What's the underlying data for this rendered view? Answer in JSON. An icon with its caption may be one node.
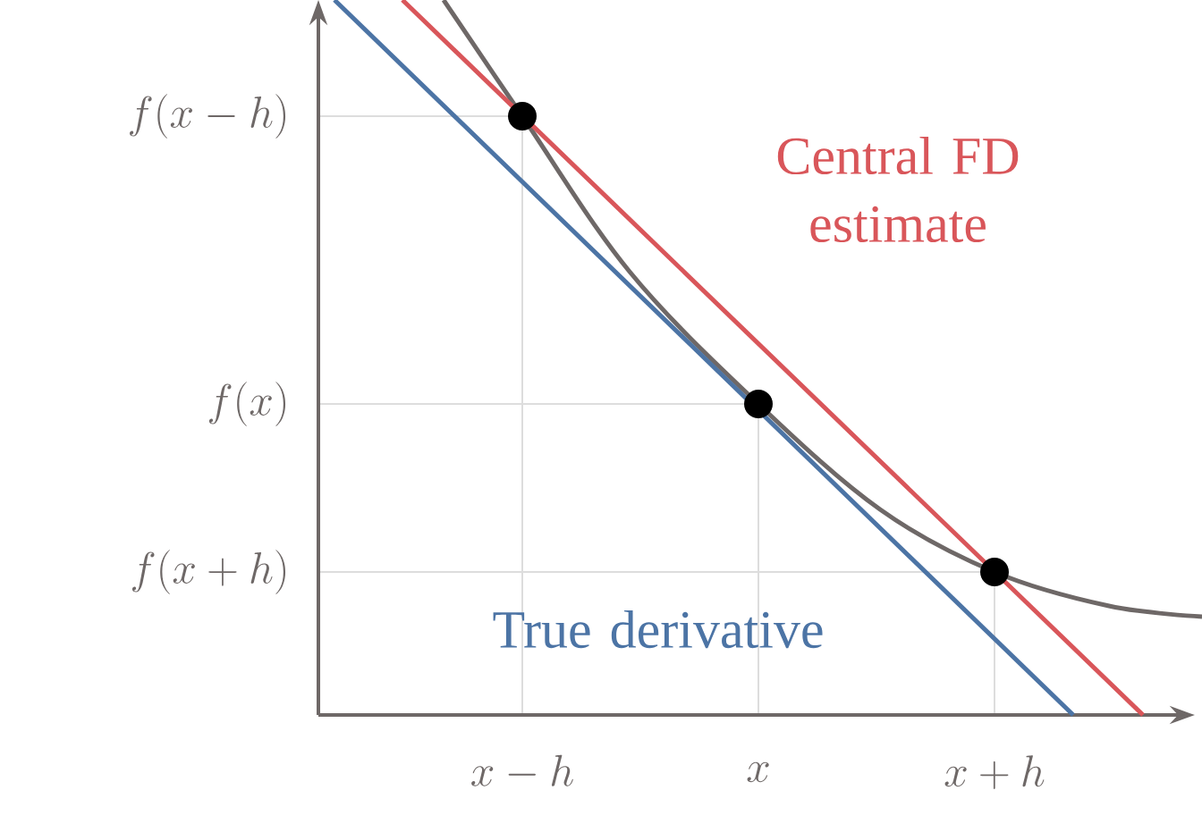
{
  "diagram": {
    "labels": [
      "f(x-h)",
      "f(x)",
      "f(x+h)",
      "x-h",
      "x",
      "x+h",
      "Central FD estimate",
      "True derivative"
    ]
  }
}
